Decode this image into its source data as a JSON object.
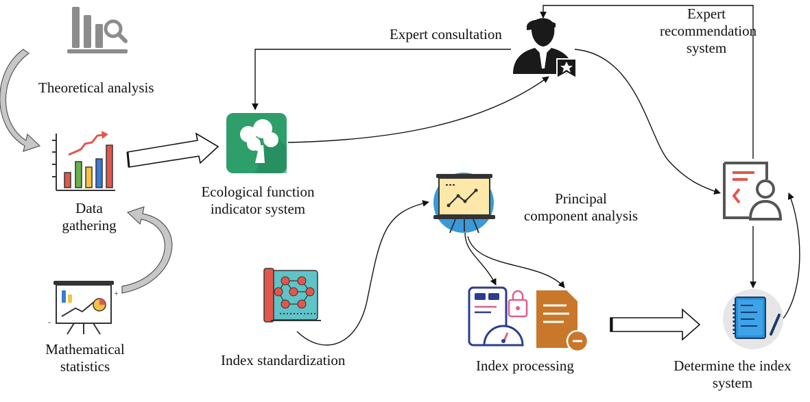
{
  "labels": {
    "theoretical_analysis": "Theoretical analysis",
    "data_gathering": [
      "Data",
      "gathering"
    ],
    "mathematical_statistics": [
      "Mathematical",
      "statistics"
    ],
    "ecological_function_indicator_system": [
      "Ecological function",
      "indicator system"
    ],
    "expert_consultation": "Expert consultation",
    "expert_recommendation_system": [
      "Expert",
      "recommendation",
      "system"
    ],
    "principal_component_analysis": [
      "Principal",
      "component analysis"
    ],
    "index_standardization": "Index standardization",
    "index_processing": "Index processing",
    "determine_the_index_system": [
      "Determine the index",
      "system"
    ]
  },
  "colors": {
    "tree_green": "#2e9e6a",
    "tree_green_light": "#3cb878",
    "bar_red": "#e2574c",
    "bar_green": "#6ab04c",
    "bar_yellow": "#f5c242",
    "bar_blue": "#3a7bd5",
    "board_yellow": "#fde7a9",
    "doc_orange": "#c9772a",
    "gray_icon": "#8c8c8c",
    "dark_icon": "#1a1a1a",
    "arrow_gray": "#b9b9b9"
  }
}
